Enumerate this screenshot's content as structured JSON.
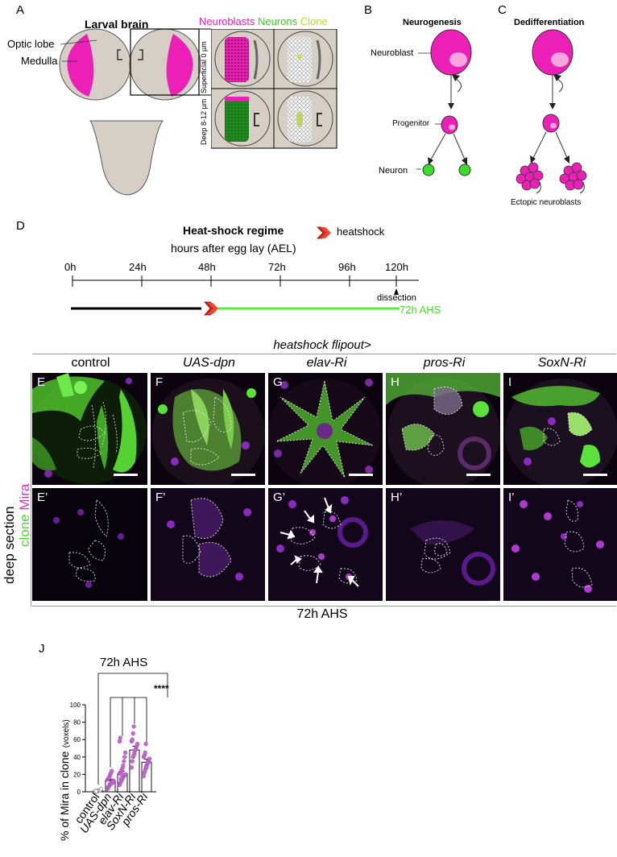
{
  "panels": {
    "A": {
      "letter": "A",
      "title": "Larval brain",
      "optic_lobe": "Optic lobe",
      "medulla": "Medulla",
      "legend": {
        "neuroblasts": "Neuroblasts",
        "neurons": "Neurons",
        "clone": "Clone"
      },
      "superficial": "Superficial 0 µm",
      "deep": "Deep 8-12 µm"
    },
    "B": {
      "letter": "B",
      "title": "Neurogenesis",
      "neuroblast": "Neuroblast",
      "progenitor": "Progenitor",
      "neuron": "Neuron"
    },
    "C": {
      "letter": "C",
      "title": "Dedifferentiation",
      "ectopic": "Ectopic neuroblasts"
    },
    "D": {
      "letter": "D",
      "title": "Heat-shock regime",
      "heatshock": "heatshock",
      "subtitle": "hours after egg lay (AEL)",
      "ticks": [
        "0h",
        "24h",
        "48h",
        "72h",
        "96h",
        "120h"
      ],
      "dissection": "dissection",
      "ahs": "72h AHS"
    },
    "images": {
      "header": "heatshock flipout>",
      "row_label_clone": "clone",
      "row_label_mira": "Mira",
      "row_label_section": "deep section",
      "footer": "72h AHS",
      "columns": [
        "control",
        "UAS-dpn",
        "elav-Ri",
        "pros-Ri",
        "SoxN-Ri"
      ],
      "top_labels": [
        "E",
        "F",
        "G",
        "H",
        "I"
      ],
      "bottom_labels": [
        "E’",
        "F’",
        "G’",
        "H’",
        "I’"
      ]
    },
    "J": {
      "letter": "J",
      "significance": "****"
    }
  },
  "colors": {
    "magenta": "#ec1fb6",
    "green": "#5ee83a",
    "grey_brain": "#d6cfc5",
    "purple": "#b450c8"
  },
  "chart_data": {
    "type": "bar",
    "title": "72h AHS",
    "ylabel": "% of Mira in clone",
    "ylabel_unit": "(voxels)",
    "ylim": [
      0,
      100
    ],
    "yticks": [
      "0",
      "20",
      "40",
      "60",
      "80",
      "100"
    ],
    "categories": [
      "control",
      "UAS-dpn",
      "elav-Ri",
      "SoxN-Ri",
      "pros-Ri"
    ],
    "values": [
      1,
      13,
      21,
      48,
      34
    ],
    "errors": [
      0.5,
      1.5,
      2.5,
      4.5,
      3.5
    ],
    "points": [
      [
        0,
        0,
        0.5,
        1,
        1,
        1.5,
        2,
        2,
        3,
        1,
        0.5
      ],
      [
        3,
        5,
        6,
        8,
        9,
        10,
        11,
        12,
        13,
        14,
        15,
        16,
        18,
        20,
        22,
        24,
        10,
        12
      ],
      [
        8,
        10,
        12,
        14,
        15,
        17,
        18,
        19,
        20,
        21,
        22,
        23,
        25,
        27,
        30,
        35,
        40,
        45,
        58,
        62,
        15,
        20
      ],
      [
        28,
        35,
        40,
        42,
        45,
        48,
        50,
        52,
        55,
        58,
        60,
        67,
        75
      ],
      [
        18,
        22,
        25,
        28,
        30,
        32,
        34,
        36,
        38,
        40,
        42,
        45,
        55,
        28,
        33
      ]
    ],
    "significance": "****"
  }
}
